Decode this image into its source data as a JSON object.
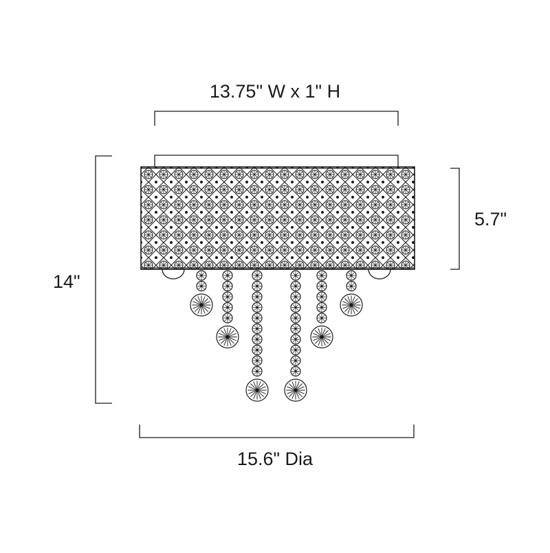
{
  "dimensions": {
    "canopy_width_height": "13.75\" W x 1\" H",
    "overall_height": "14\"",
    "shade_height": "5.7\"",
    "diameter": "15.6\" Dia"
  },
  "colors": {
    "line": "#1a1a1a",
    "background": "#ffffff"
  },
  "pendants": [
    {
      "name": "pendant-far-left",
      "beads": 2,
      "end": "large-crystal"
    },
    {
      "name": "pendant-left",
      "beads": 5,
      "end": "large-crystal"
    },
    {
      "name": "pendant-center-left",
      "beads": 10,
      "end": "large-crystal"
    },
    {
      "name": "pendant-center-right",
      "beads": 10,
      "end": "large-crystal"
    },
    {
      "name": "pendant-right",
      "beads": 5,
      "end": "large-crystal"
    },
    {
      "name": "pendant-far-right",
      "beads": 2,
      "end": "large-crystal"
    }
  ]
}
